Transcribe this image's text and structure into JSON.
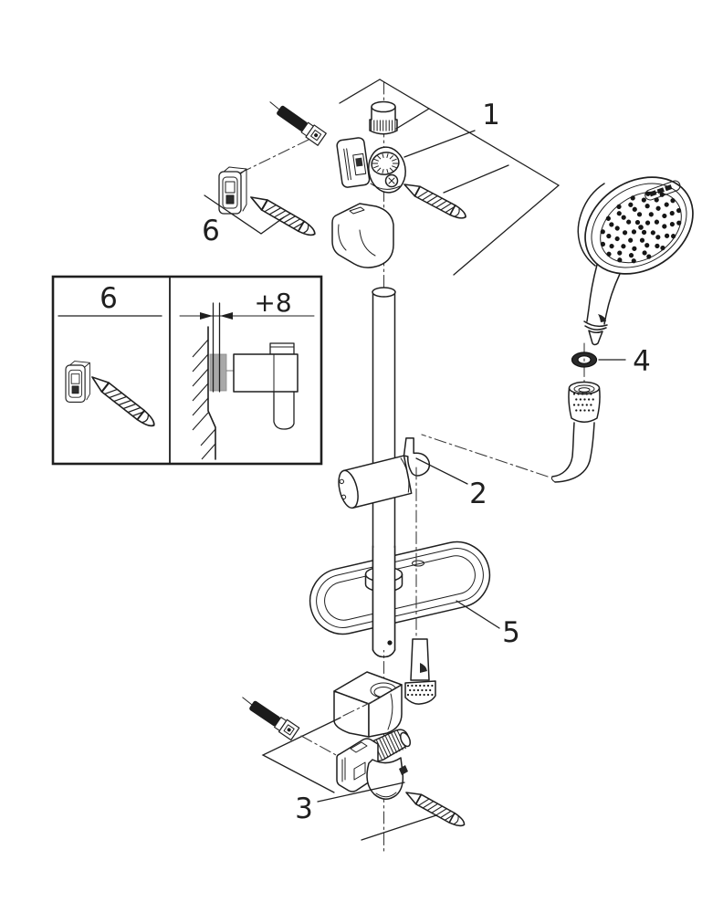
{
  "colors": {
    "ink": "#1f1f1f",
    "background": "#ffffff",
    "spacer": "#a8a8a8"
  },
  "callouts": {
    "part1": "1",
    "part2": "2",
    "part3": "3",
    "part4": "4",
    "part5": "5",
    "part6": "6"
  },
  "inset": {
    "label": "6",
    "dimension": "+8"
  }
}
